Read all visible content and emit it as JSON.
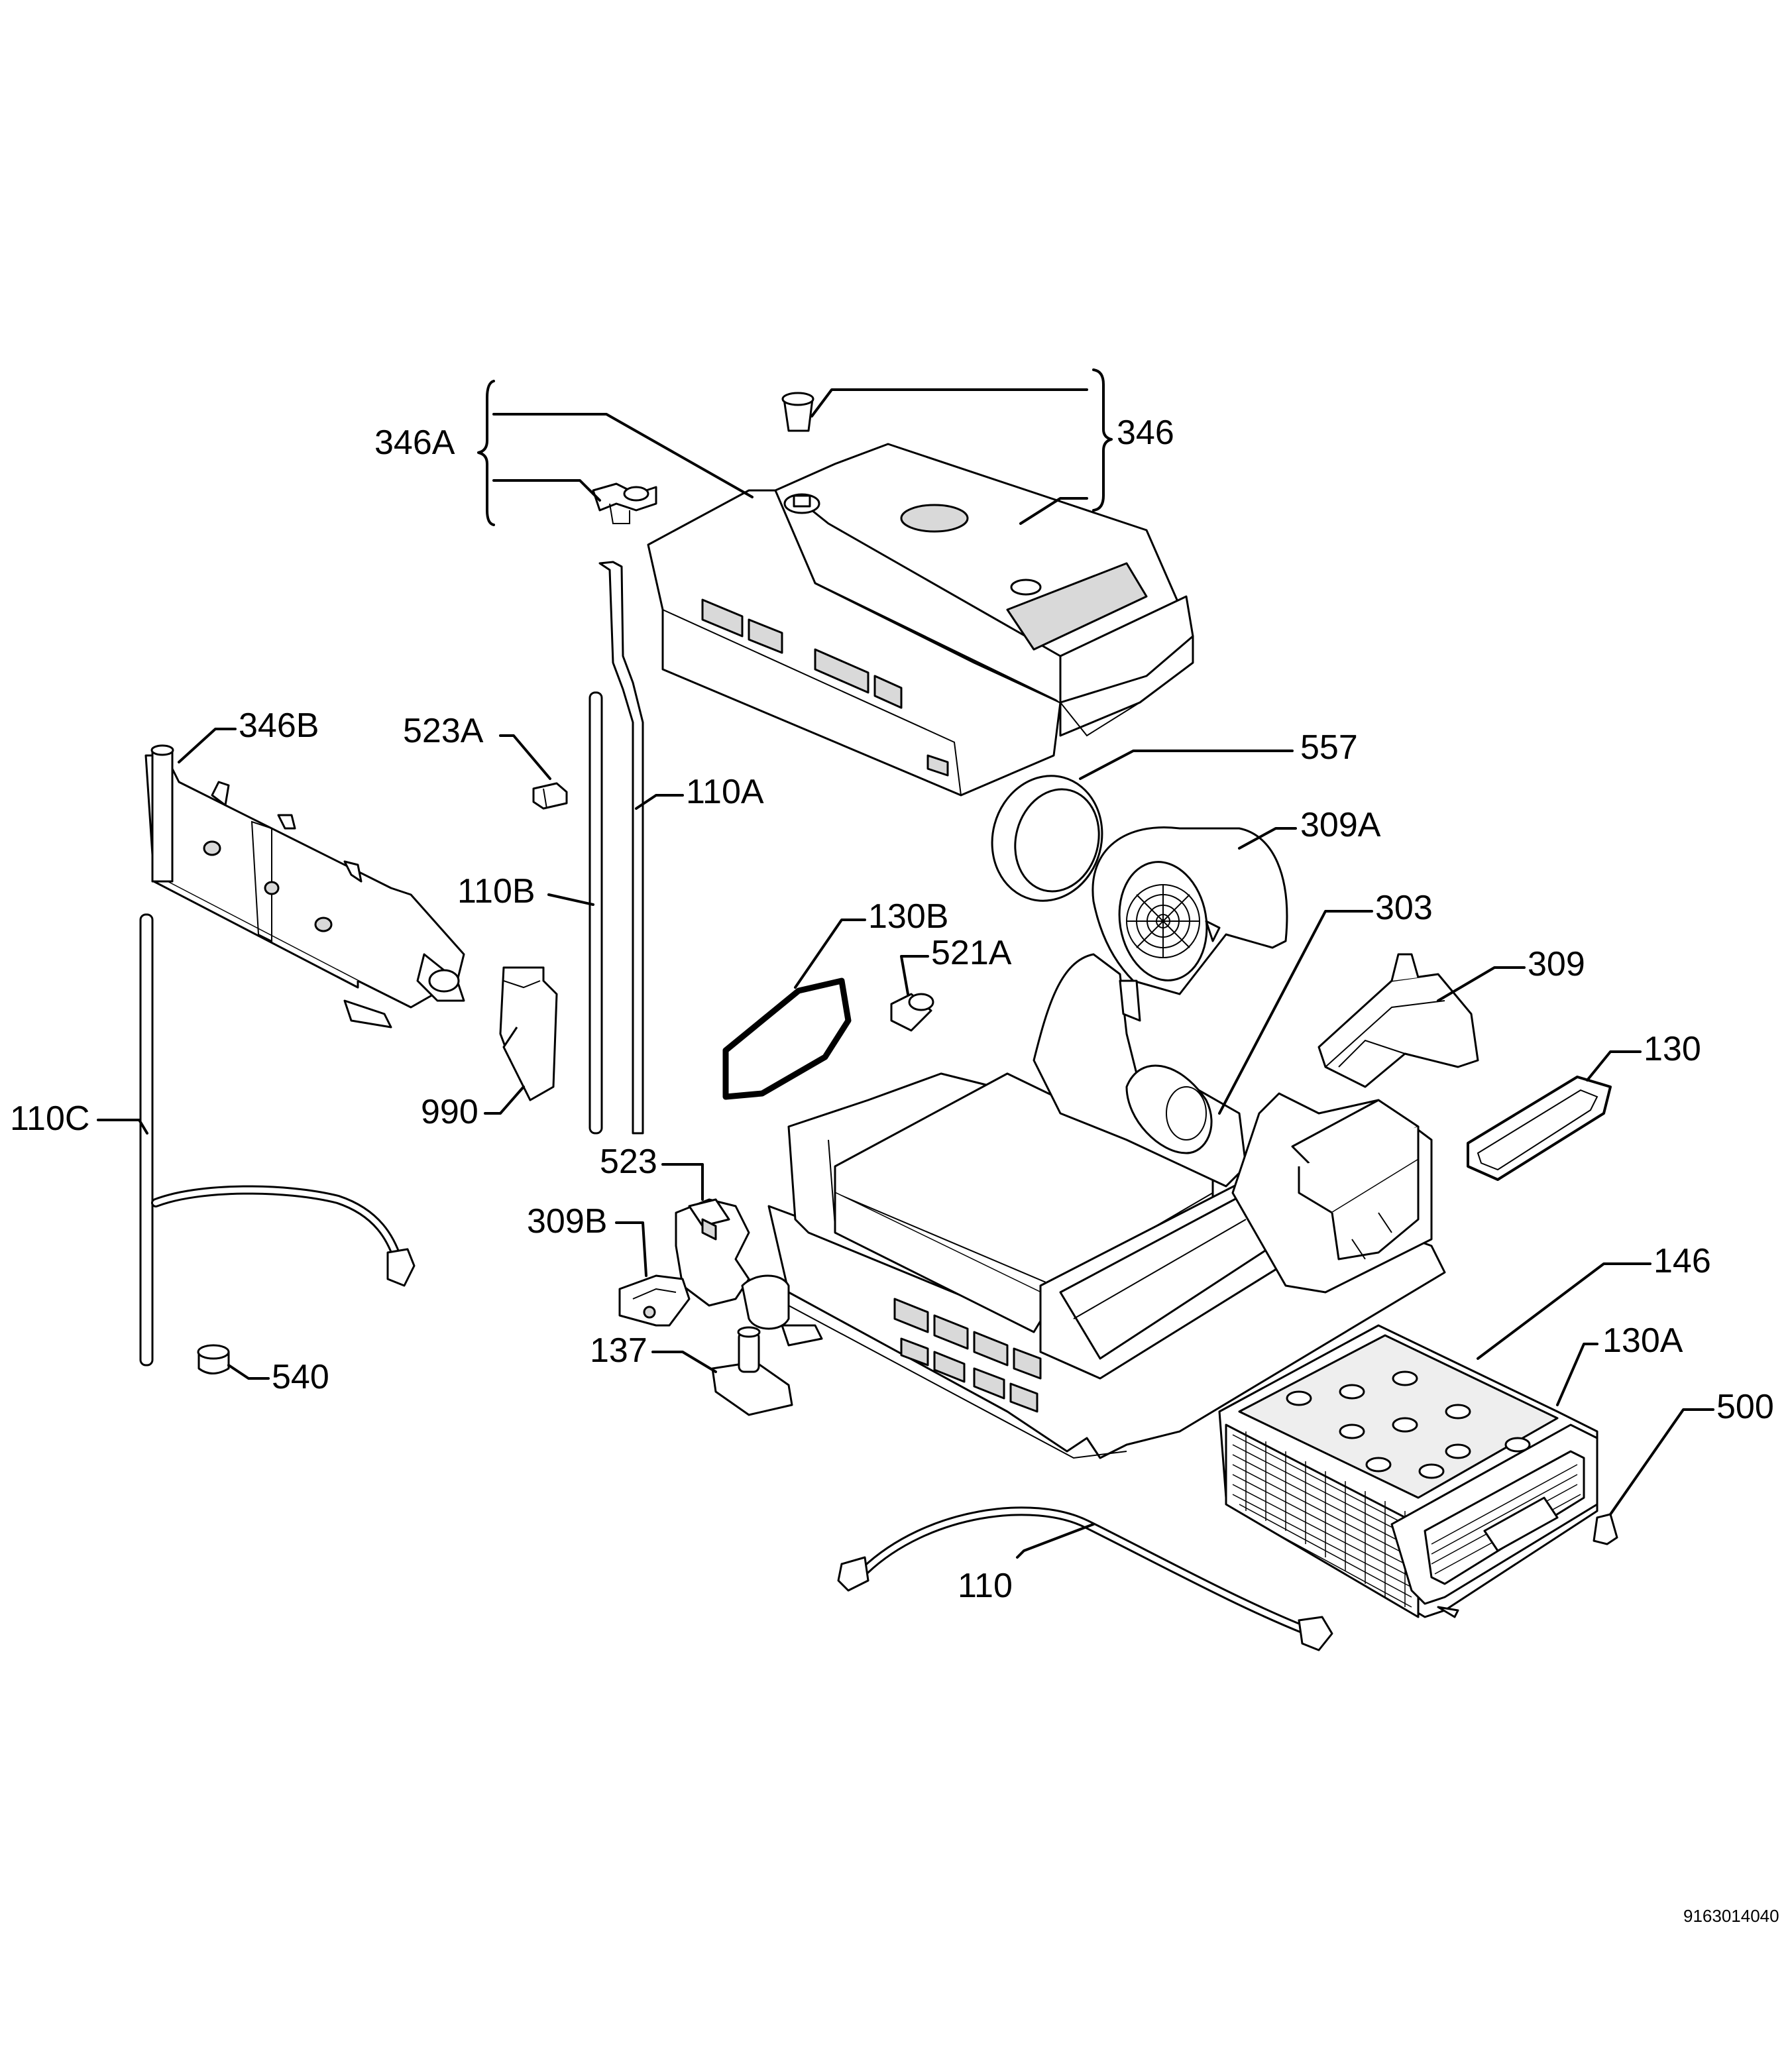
{
  "labels": {
    "l346A": "346A",
    "l346": "346",
    "l346B": "346B",
    "l523A": "523A",
    "l110A": "110A",
    "l110B": "110B",
    "l557": "557",
    "l309A": "309A",
    "l130B": "130B",
    "l521A": "521A",
    "l303": "303",
    "l309": "309",
    "l130": "130",
    "l990": "990",
    "l110C": "110C",
    "l523": "523",
    "l309B": "309B",
    "l146": "146",
    "l130A": "130A",
    "l500": "500",
    "l137": "137",
    "l540": "540",
    "l110": "110"
  },
  "doc_number": "9163014040"
}
